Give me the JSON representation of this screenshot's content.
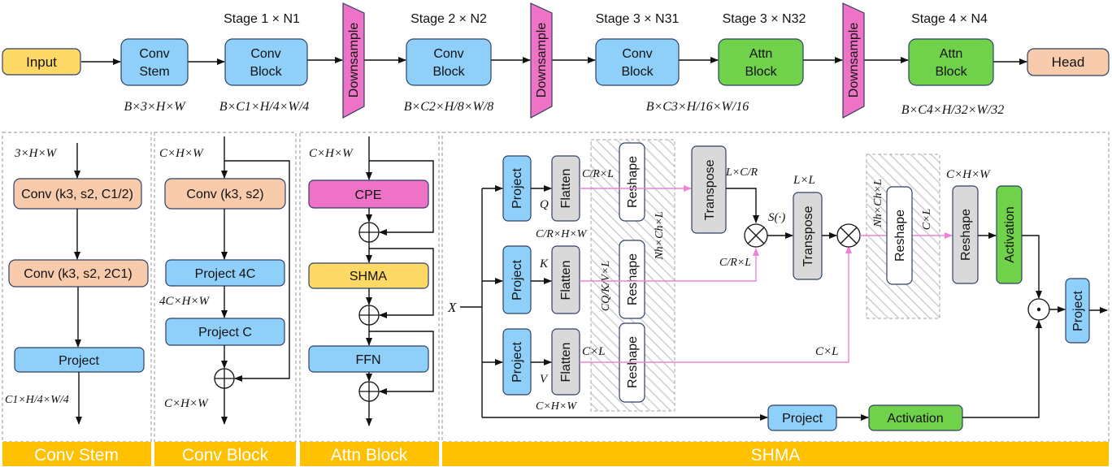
{
  "colors": {
    "input": "#FFD966",
    "conv_blue": "#8ED0F9",
    "attn_green": "#70D14A",
    "downsample": "#EE72C6",
    "head": "#F8CBAD",
    "conv_orange": "#F8CBAD",
    "gray_box": "#D9D9D9",
    "panel_label_bg": "#FFC000",
    "pink_arrow": "#EE82D9",
    "yellow_shma": "#FFD966"
  },
  "top": {
    "input": "Input",
    "conv_stem": [
      "Conv",
      "Stem"
    ],
    "conv_block1": [
      "Conv",
      "Block"
    ],
    "conv_block2": [
      "Conv",
      "Block"
    ],
    "conv_block3": [
      "Conv",
      "Block"
    ],
    "attn_block3": [
      "Attn",
      "Block"
    ],
    "attn_block4": [
      "Attn",
      "Block"
    ],
    "downsample": "Downsample",
    "head": "Head",
    "stage1": "Stage 1 × N1",
    "stage2": "Stage 2 × N2",
    "stage3a": "Stage 3 × N31",
    "stage3b": "Stage 3 × N32",
    "stage4": "Stage 4 × N4",
    "dim_input": "B×3×H×W",
    "dim1": "B×C1×H/4×W/4",
    "dim2": "B×C2×H/8×W/8",
    "dim3": "B×C3×H/16×W/16",
    "dim4": "B×C4×H/32×W/32"
  },
  "conv_stem_panel": {
    "label": "Conv Stem",
    "in_dim": "3×H×W",
    "conv1": "Conv (k3, s2, C1/2)",
    "conv2": "Conv (k3, s2, 2C1)",
    "project": "Project",
    "out_dim": "C1×H/4×W/4"
  },
  "conv_block_panel": {
    "label": "Conv Block",
    "in_dim": "C×H×W",
    "conv": "Conv (k3, s2)",
    "project4c": "Project 4C",
    "mid_dim": "4C×H×W",
    "projectc": "Project C",
    "out_dim": "C×H×W"
  },
  "attn_block_panel": {
    "label": "Attn Block",
    "in_dim": "C×H×W",
    "cpe": "CPE",
    "shma": "SHMA",
    "ffn": "FFN"
  },
  "shma_panel": {
    "label": "SHMA",
    "x": "X",
    "project": "Project",
    "flatten": "Flatten",
    "reshape": "Reshape",
    "transpose": "Transpose",
    "activation": "Activation",
    "q": "Q",
    "k": "K",
    "v": "V",
    "c_r_l": "C/R×L",
    "c_r_hw": "C/R×H×W",
    "c_r_l2": "C/R×L",
    "c_l_v": "C×L",
    "c_hw_v": "C×H×W",
    "l_c_r": "L×C/R",
    "l_l": "L×L",
    "s_fn": "S(·)",
    "c_l_right": "C×L",
    "c_hw_top": "C×H×W",
    "c_qkv_l": "CQ/K/V×L",
    "nh_ch_l": "Nh×Ch×L",
    "nh_ch_l2": "Nh×Ch×L",
    "c_l_rot": "C×L"
  }
}
